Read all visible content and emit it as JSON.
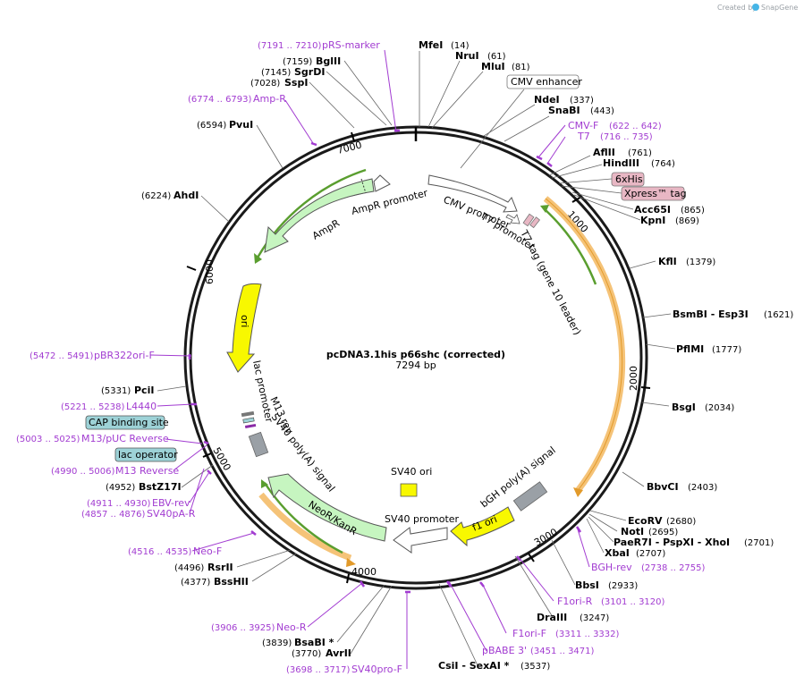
{
  "title": "pcDNA3.1his p66shc (corrected)",
  "length_label": "7294 bp",
  "credit": {
    "text": "Created by",
    "brand": "SnapGene"
  },
  "ruler": [
    "1000",
    "2000",
    "3000",
    "4000",
    "5000",
    "6000",
    "7000"
  ],
  "sites": [
    {
      "name": "MfeI",
      "pos": "(14)"
    },
    {
      "name": "NruI",
      "pos": "(61)"
    },
    {
      "name": "MluI",
      "pos": "(81)"
    },
    {
      "name": "NdeI",
      "pos": "(337)"
    },
    {
      "name": "SnaBI",
      "pos": "(443)"
    },
    {
      "name": "AflII",
      "pos": "(761)"
    },
    {
      "name": "HindIII",
      "pos": "(764)"
    },
    {
      "name": "Acc65I",
      "pos": "(865)"
    },
    {
      "name": "KpnI",
      "pos": "(869)"
    },
    {
      "name": "KflI",
      "pos": "(1379)"
    },
    {
      "name": "BsmBI - Esp3I",
      "pos": "(1621)"
    },
    {
      "name": "PflMI",
      "pos": "(1777)"
    },
    {
      "name": "BsgI",
      "pos": "(2034)"
    },
    {
      "name": "BbvCI",
      "pos": "(2403)"
    },
    {
      "name": "EcoRV",
      "pos": "(2680)"
    },
    {
      "name": "NotI",
      "pos": "(2695)"
    },
    {
      "name": "PaeR7I - PspXI - XhoI",
      "pos": "(2701)"
    },
    {
      "name": "XbaI",
      "pos": "(2707)"
    },
    {
      "name": "BbsI",
      "pos": "(2933)"
    },
    {
      "name": "DraIII",
      "pos": "(3247)"
    },
    {
      "name": "CsiI - SexAI *",
      "pos": "(3537)"
    },
    {
      "name": "AvrII",
      "pos": "(3770)"
    },
    {
      "name": "BsaBI *",
      "pos": "(3839)"
    },
    {
      "name": "BssHII",
      "pos": "(4377)"
    },
    {
      "name": "RsrII",
      "pos": "(4496)"
    },
    {
      "name": "BstZ17I",
      "pos": "(4952)"
    },
    {
      "name": "PciI",
      "pos": "(5331)"
    },
    {
      "name": "AhdI",
      "pos": "(6224)"
    },
    {
      "name": "PvuI",
      "pos": "(6594)"
    },
    {
      "name": "SspI",
      "pos": "(7028)"
    },
    {
      "name": "SgrDI",
      "pos": "(7145)"
    },
    {
      "name": "BglII",
      "pos": "(7159)"
    }
  ],
  "primers": [
    {
      "name": "pRS-marker",
      "range": "(7191 .. 7210)"
    },
    {
      "name": "Amp-R",
      "range": "(6774 .. 6793)"
    },
    {
      "name": "CMV-F",
      "range": "(622 .. 642)"
    },
    {
      "name": "T7",
      "range": "(716 .. 735)"
    },
    {
      "name": "BGH-rev",
      "range": "(2738 .. 2755)"
    },
    {
      "name": "F1ori-R",
      "range": "(3101 .. 3120)"
    },
    {
      "name": "F1ori-F",
      "range": "(3311 .. 3332)"
    },
    {
      "name": "pBABE 3'",
      "range": "(3451 .. 3471)"
    },
    {
      "name": "Neo-R",
      "range": "(3906 .. 3925)"
    },
    {
      "name": "SV40pro-F",
      "range": "(3698 .. 3717)"
    },
    {
      "name": "Neo-F",
      "range": "(4516 .. 4535)"
    },
    {
      "name": "EBV-rev",
      "range": "(4911 .. 4930)"
    },
    {
      "name": "SV40pA-R",
      "range": "(4857 .. 4876)"
    },
    {
      "name": "M13 Reverse",
      "range": "(4990 .. 5006)"
    },
    {
      "name": "M13/pUC Reverse",
      "range": "(5003 .. 5025)"
    },
    {
      "name": "L4440",
      "range": "(5221 .. 5238)"
    },
    {
      "name": "pBR322ori-F",
      "range": "(5472 .. 5491)"
    }
  ],
  "boxed_labels": {
    "cmv_enhancer": "CMV enhancer",
    "his6": "6xHis",
    "xpress": "Xpress™ tag",
    "cap": "CAP binding site",
    "lac_operator": "lac operator"
  },
  "features": {
    "cmv_promoter": "CMV promoter",
    "t7_promoter": "T7 promoter",
    "t7_tag": "T7 tag (gene 10 leader)",
    "bgh": "bGH poly(A) signal",
    "f1ori": "f1 ori",
    "sv40_promoter": "SV40 promoter",
    "sv40_ori": "SV40 ori",
    "neor": "NeoR/KanR",
    "sv40_polya": "SV40 poly(A) signal",
    "m13rev": "M13 rev",
    "lac_promoter": "lac promoter",
    "ori": "ori",
    "ampr": "AmpR",
    "ampr_promoter": "AmpR promoter"
  },
  "colors": {
    "backbone": "#1a1a1a",
    "primer": "#a23cd1",
    "orf_orange": "#f5c378",
    "orf_green": "#5a9e2f",
    "ampr_fill": "#c6f5c0",
    "ori_fill": "#f8f800",
    "polya_fill": "#9aa0a6",
    "tag_pink": "#e8b7c4",
    "cap_fill": "#9dd2d7"
  }
}
